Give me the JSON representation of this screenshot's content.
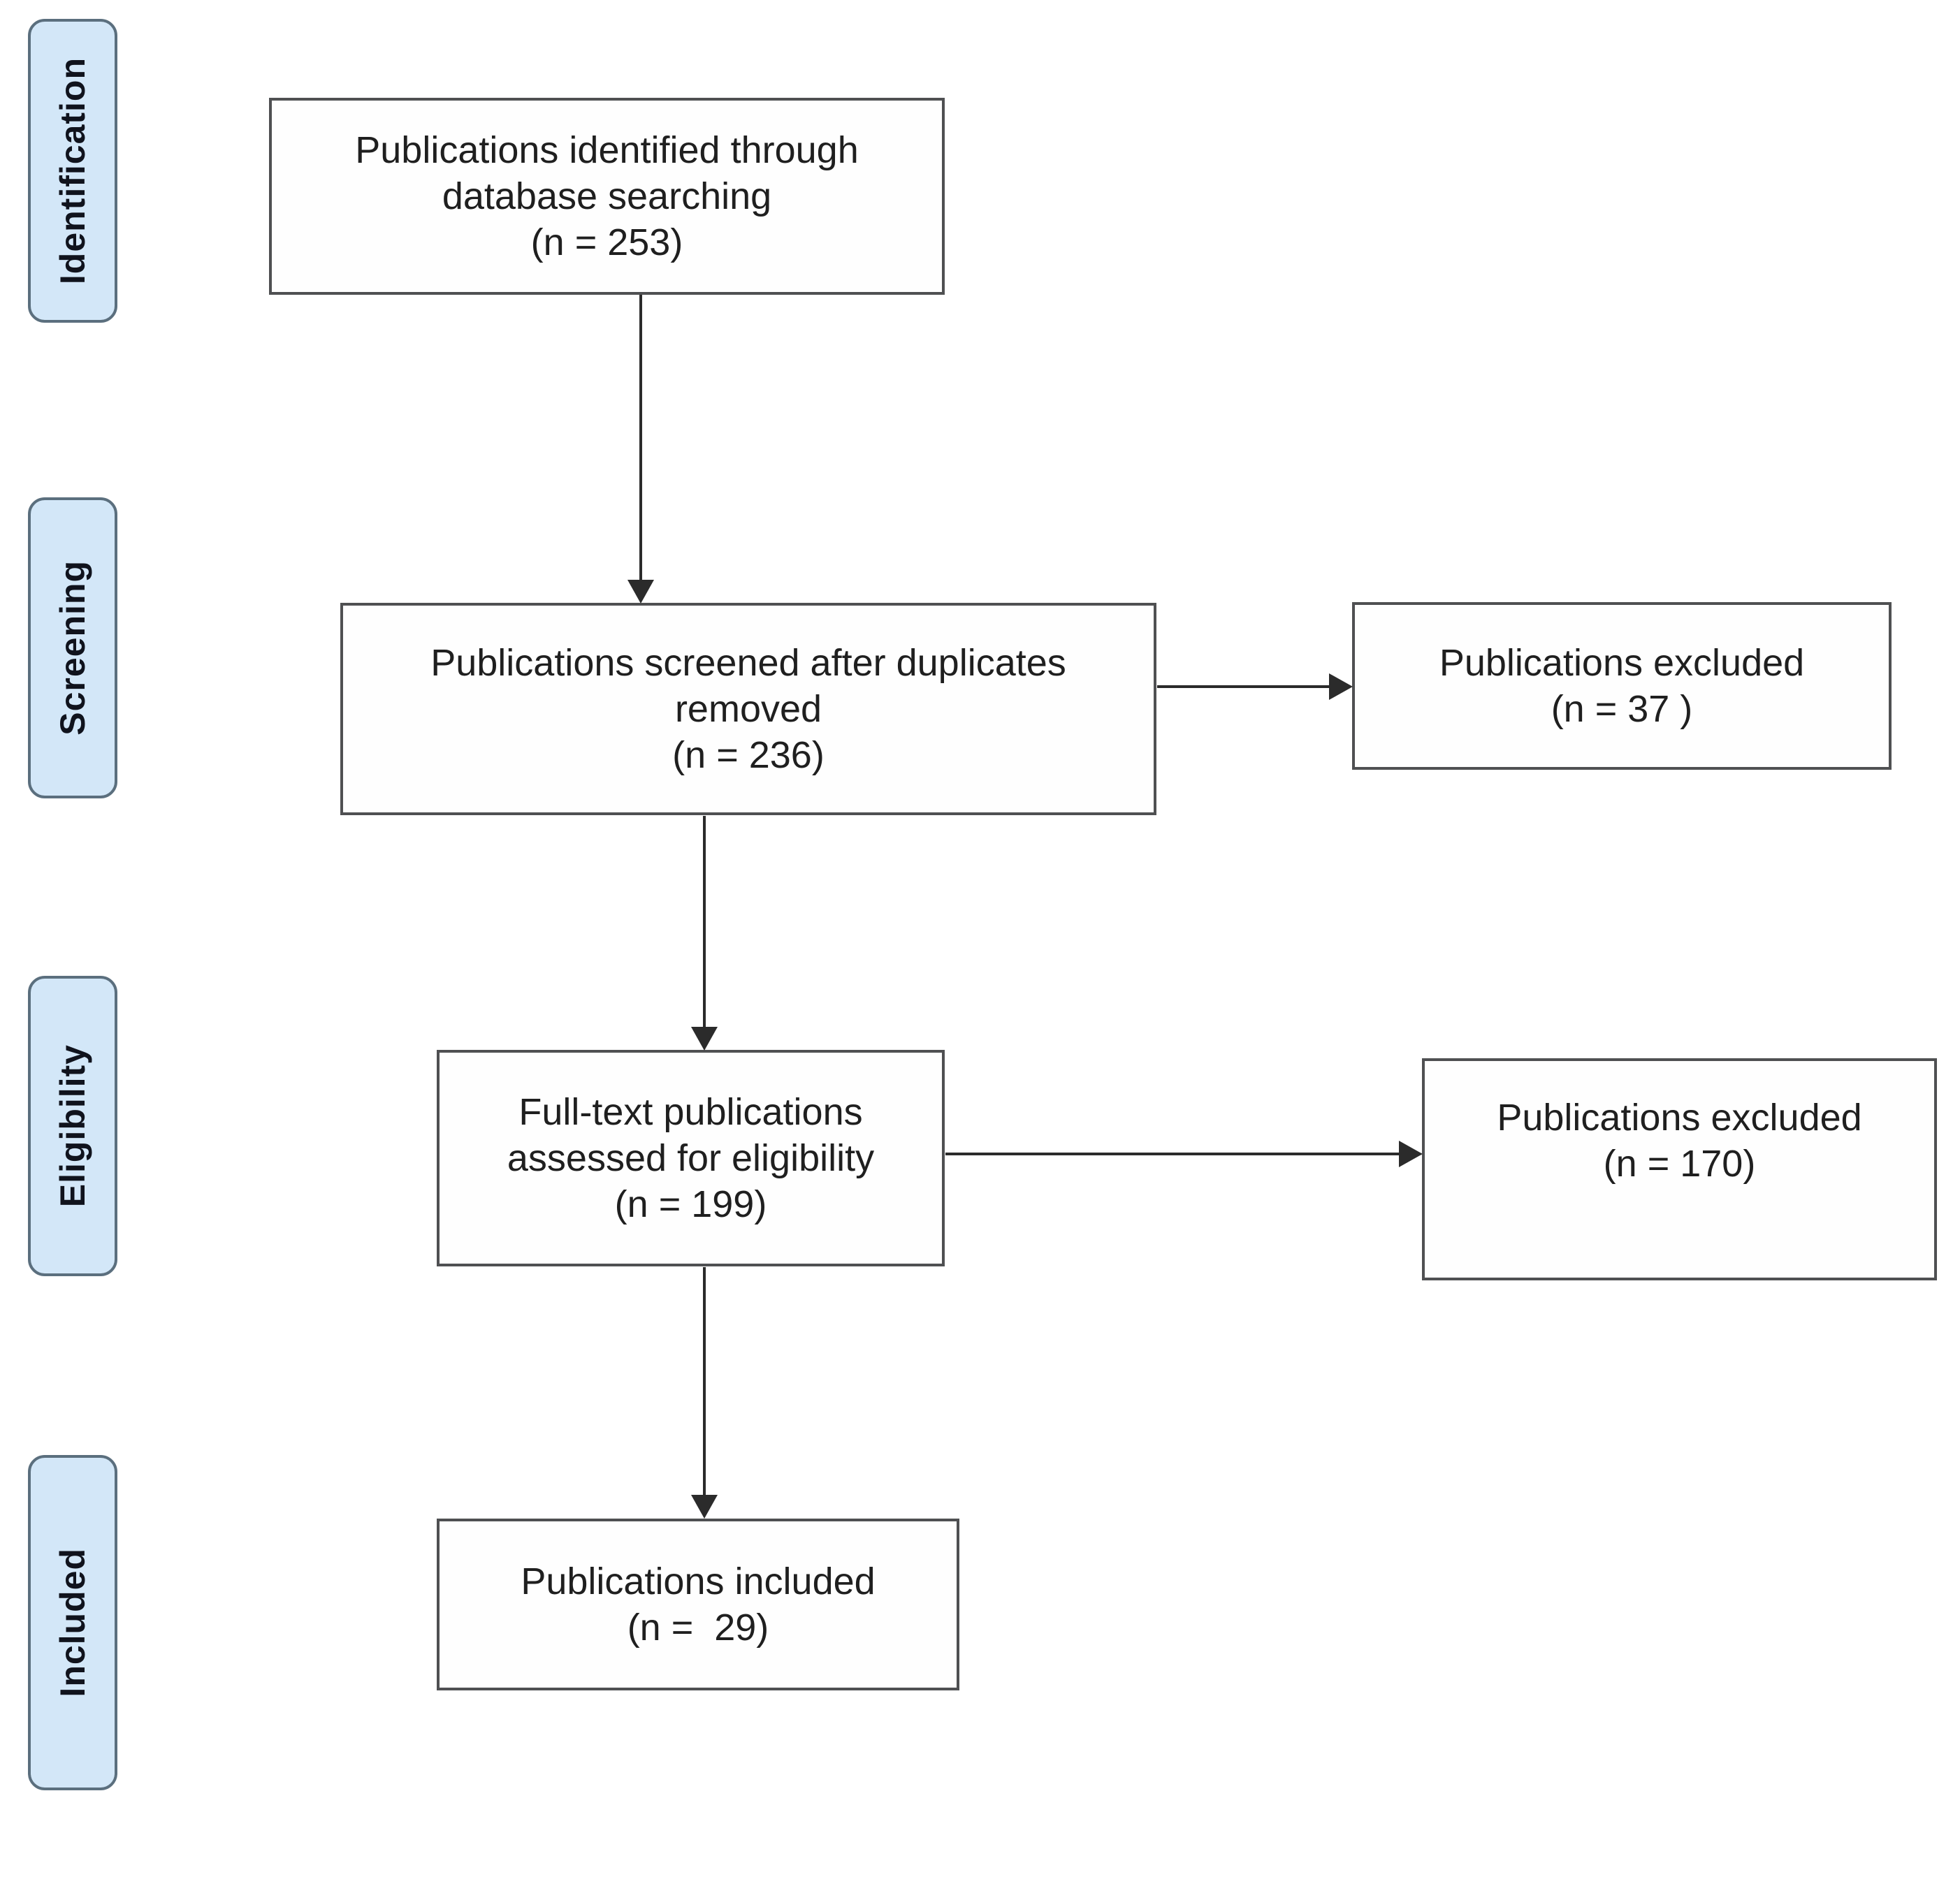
{
  "colors": {
    "background": "#ffffff",
    "stage_fill": "#d3e7f8",
    "stage_border": "#5b6f7e",
    "stage_text": "#10131d",
    "box_fill": "#fefefe",
    "box_border": "#4f5052",
    "box_text": "#1f1f1f",
    "arrow": "#2b2b2b"
  },
  "sidebar": {
    "stages": [
      {
        "label": "Identification"
      },
      {
        "label": "Screening"
      },
      {
        "label": "Eligibility"
      },
      {
        "label": "Included"
      }
    ]
  },
  "flow": {
    "identified": {
      "n": 253,
      "lines": [
        "Publications identified through",
        "database searching",
        "(n = 253)"
      ]
    },
    "screened": {
      "n": 236,
      "lines": [
        "Publications screened after duplicates",
        "removed",
        "(n = 236)"
      ]
    },
    "excluded_screening": {
      "n": 37,
      "lines": [
        "Publications excluded",
        "(n = 37 )"
      ]
    },
    "fulltext": {
      "n": 199,
      "lines": [
        "Full-text publications",
        "assessed for eligibility",
        "(n = 199)"
      ]
    },
    "excluded_fulltext": {
      "n": 170,
      "lines": [
        "Publications excluded",
        "(n = 170)"
      ]
    },
    "included": {
      "n": 29,
      "lines": [
        "Publications included",
        "(n =  29)"
      ]
    }
  }
}
